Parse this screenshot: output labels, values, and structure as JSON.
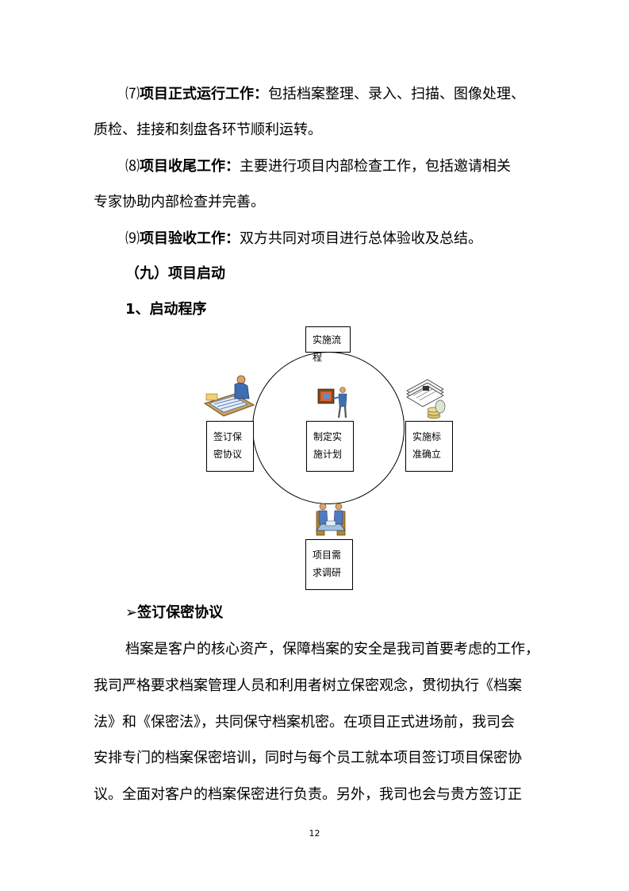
{
  "items": [
    {
      "num": "⑺",
      "title": "项目正式运行工作：",
      "line1": "包括档案整理、录入、扫描、图像处理、",
      "line2": "质检、挂接和刻盘各环节顺利运转。"
    },
    {
      "num": "⑻",
      "title": "项目收尾工作：",
      "line1": "主要进行项目内部检查工作，包括邀请相关",
      "line2": "专家协助内部检查并完善。"
    },
    {
      "num": "⑼",
      "title": "项目验收工作：",
      "line1": "双方共同对项目进行总体验收及总结。"
    }
  ],
  "section_heading": "（九）项目启动",
  "sub_heading": "1、启动程序",
  "diagram": {
    "top_box": "实施流程",
    "left_box": "签订保密协议",
    "center_box": "制定实施计划",
    "right_box": "实施标准确立",
    "bottom_box": "项目需求调研"
  },
  "bullet": {
    "marker": "➢",
    "title": "签订保密协议"
  },
  "paragraph_lines": [
    "档案是客户的核心资产，保障档案的安全是我司首要考虑的工作，",
    "我司严格要求档案管理人员和利用者树立保密观念，贯彻执行《档案",
    "法》和《保密法》，共同保守档案机密。在项目正式进场前，我司会",
    "安排专门的档案保密培训，同时与每个员工就本项目签订项目保密协",
    "议。全面对客户的档案保密进行负责。另外，我司也会与贵方签订正"
  ],
  "page_number": "12"
}
